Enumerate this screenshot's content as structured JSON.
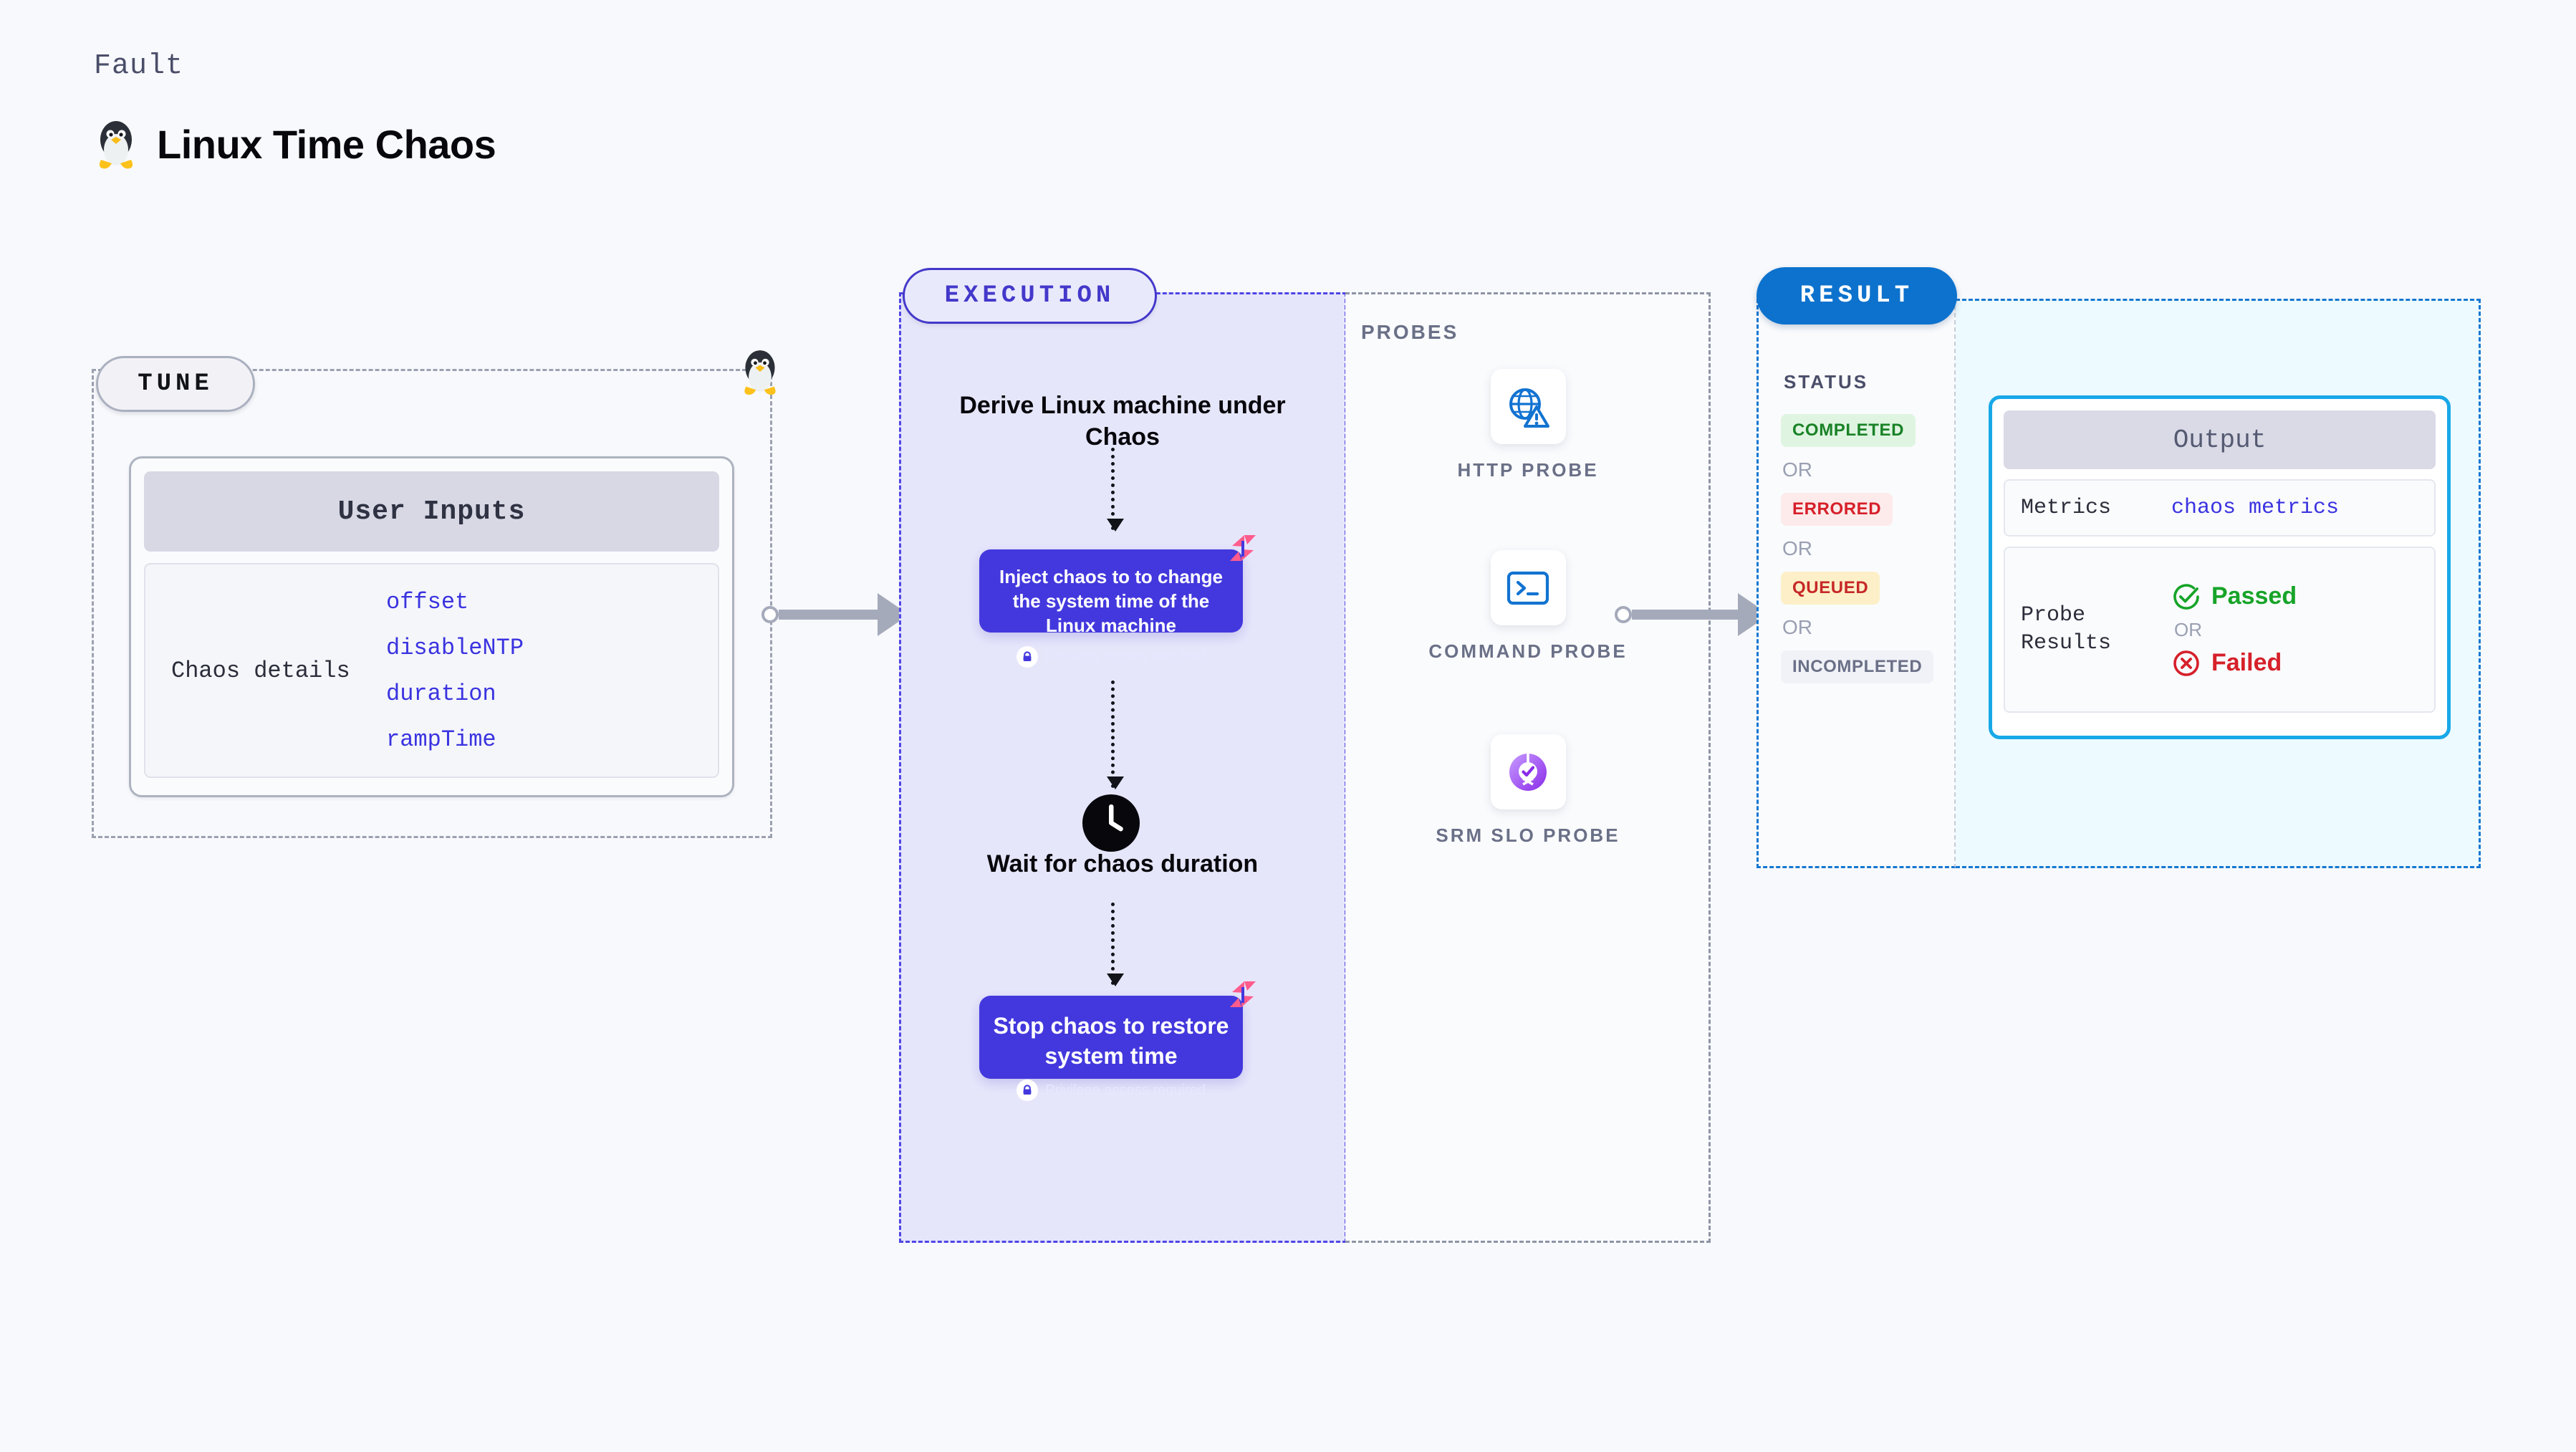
{
  "header": {
    "kicker": "Fault",
    "title": "Linux Time Chaos",
    "icon": "tux-penguin-icon"
  },
  "tune": {
    "pill_label": "TUNE",
    "card_title": "User Inputs",
    "row_label": "Chaos details",
    "params": [
      "offset",
      "disableNTP",
      "duration",
      "rampTime"
    ],
    "corner_icon": "tux-penguin-icon"
  },
  "execution": {
    "pill_label": "EXECUTION",
    "steps": [
      {
        "kind": "title",
        "text": "Derive Linux machine under Chaos"
      },
      {
        "kind": "box",
        "text": "Inject chaos to to change the system time of the Linux machine",
        "privilege": "Privilege access required",
        "badge_icon": "harness-logo-icon",
        "lock_icon": "lock-icon"
      },
      {
        "kind": "title",
        "text": "Wait for chaos duration",
        "icon": "clock-icon"
      },
      {
        "kind": "box",
        "text": "Stop chaos to restore system time",
        "privilege": "Privilege access required",
        "badge_icon": "harness-logo-icon",
        "lock_icon": "lock-icon"
      }
    ]
  },
  "probes": {
    "label": "PROBES",
    "items": [
      {
        "name": "HTTP PROBE",
        "icon": "globe-warning-icon"
      },
      {
        "name": "COMMAND PROBE",
        "icon": "terminal-icon"
      },
      {
        "name": "SRM SLO PROBE",
        "icon": "slo-donut-check-icon"
      }
    ]
  },
  "result": {
    "pill_label": "RESULT",
    "status_label": "STATUS",
    "or_label": "OR",
    "statuses": [
      {
        "text": "COMPLETED",
        "bg": "#dff5e1",
        "fg": "#1a8227"
      },
      {
        "text": "ERRORED",
        "bg": "#fdeaea",
        "fg": "#d6202a"
      },
      {
        "text": "QUEUED",
        "bg": "#fdf0c8",
        "fg": "#c62828"
      },
      {
        "text": "INCOMPLETED",
        "bg": "#f1f2f7",
        "fg": "#6a7087"
      }
    ]
  },
  "output": {
    "card_title": "Output",
    "rows": [
      {
        "key": "Metrics",
        "value": "chaos metrics"
      },
      {
        "key": "Probe Results",
        "pass": "Passed",
        "or": "OR",
        "fail": "Failed"
      }
    ],
    "pass_icon": "check-circle-icon",
    "fail_icon": "x-circle-icon"
  },
  "connectors": {
    "arrow_icon": "arrow-right-icon"
  },
  "colors": {
    "page_bg": "#f8f9fc",
    "exec_fill": "#e6e6fb",
    "exec_border": "#4f46e5",
    "exec_box": "#4338dd",
    "result_border": "#1577d1",
    "result_pill": "#0d72cd",
    "output_panel": "#edfaff",
    "output_border": "#18a8e8",
    "param_blue": "#3a33e0",
    "harness_pink": "#ff5c8d"
  }
}
